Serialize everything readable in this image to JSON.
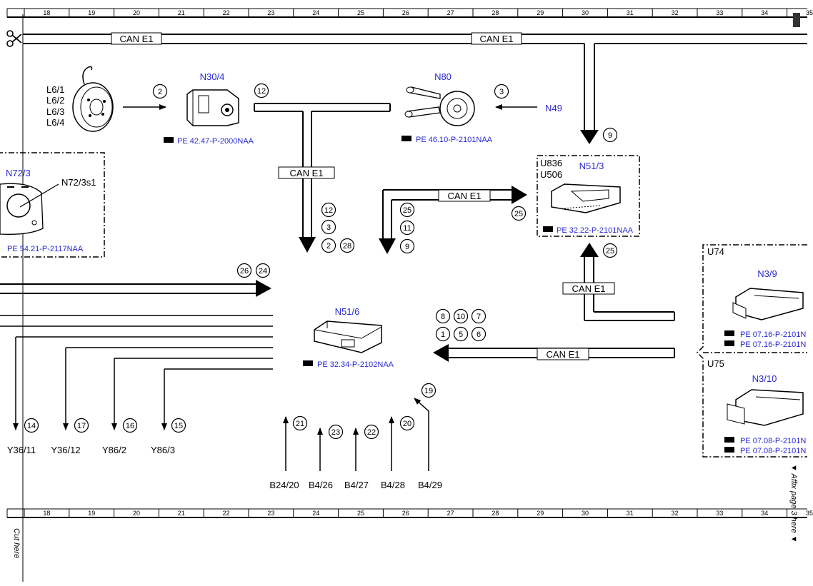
{
  "ruler_numbers": [
    "18",
    "19",
    "20",
    "21",
    "22",
    "23",
    "24",
    "25",
    "26",
    "27",
    "28",
    "29",
    "30",
    "31",
    "32",
    "33",
    "34",
    "35"
  ],
  "can_label": "CAN E1",
  "cut_here": "Cut here",
  "affix_here": "▼ Affix page 3 here ▼",
  "wheel_labels": [
    "L6/1",
    "L6/2",
    "L6/3",
    "L6/4"
  ],
  "components": {
    "n30_4": {
      "name": "N30/4",
      "ref": "PE 42.47-P-2000NAA"
    },
    "n80": {
      "name": "N80",
      "ref": "PE 46.10-P-2101NAA"
    },
    "n49": {
      "name": "N49"
    },
    "n51_3": {
      "name": "N51/3",
      "codes": [
        "U836",
        "U506"
      ],
      "ref": "PE 32.22-P-2101NAA"
    },
    "n72_3": {
      "name": "N72/3",
      "sub": "N72/3s1",
      "ref": "PE 54.21-P-2117NAA"
    },
    "n51_6": {
      "name": "N51/6",
      "ref": "PE 32.34-P-2102NAA"
    },
    "n3_9": {
      "name": "N3/9",
      "code": "U74",
      "refs": [
        "PE 07.16-P-2101N",
        "PE 07.16-P-2101N"
      ]
    },
    "n3_10": {
      "name": "N3/10",
      "code": "U75",
      "refs": [
        "PE 07.08-P-2101N",
        "PE 07.08-P-2101N"
      ]
    }
  },
  "outputs": [
    "Y36/11",
    "Y36/12",
    "Y86/2",
    "Y86/3"
  ],
  "sensors": [
    "B24/20",
    "B4/26",
    "B4/27",
    "B4/28",
    "B4/29"
  ],
  "circles": {
    "c_wheel": "2",
    "c_n30": "12",
    "c_n49": "3",
    "c_n51_3_top": "9",
    "c_t1": "12",
    "c_t2": "3",
    "c_t3": "2",
    "c_t4": "28",
    "c_u1": "25",
    "c_u2": "11",
    "c_u3": "9",
    "c_right25": "25",
    "c_up25": "25",
    "c_26": "26",
    "c_24": "24",
    "g1": "8",
    "g2": "10",
    "g3": "7",
    "g4": "1",
    "g5": "5",
    "g6": "6",
    "o1": "14",
    "o2": "17",
    "o3": "16",
    "o4": "15",
    "s1": "21",
    "s2": "23",
    "s3": "22",
    "s4": "20",
    "s5": "19"
  }
}
